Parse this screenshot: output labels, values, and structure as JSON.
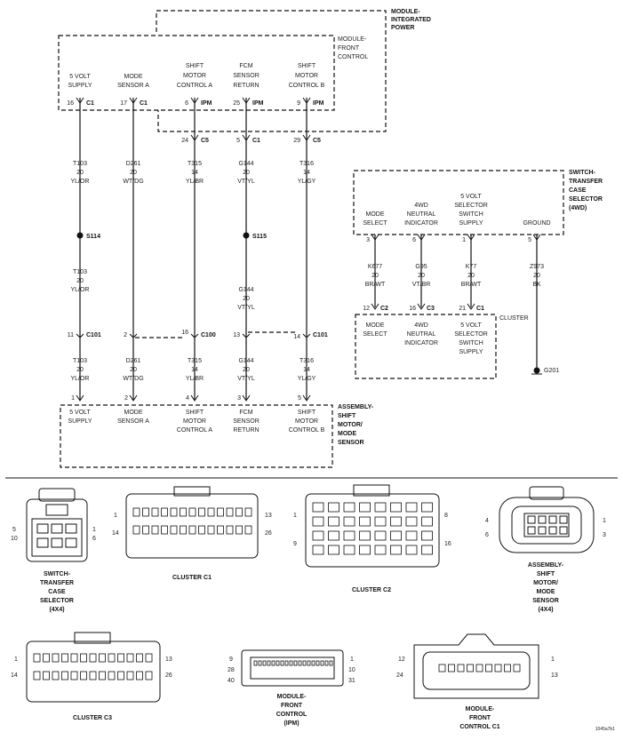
{
  "modules": {
    "integrated_power": [
      "MODULE-",
      "INTEGRATED",
      "POWER"
    ],
    "front_control": [
      "MODULE-",
      "FRONT",
      "CONTROL"
    ],
    "switch_transfer": [
      "SWITCH-",
      "TRANSFER",
      "CASE",
      "SELECTOR",
      "(4WD)"
    ],
    "cluster": "CLUSTER",
    "assembly_shift": [
      "ASSEMBLY-",
      "SHIFT",
      "MOTOR/",
      "MODE",
      "SENSOR"
    ]
  },
  "top_pins": [
    {
      "label": [
        "5 VOLT",
        "SUPPLY"
      ],
      "pin": "16",
      "conn": "C1"
    },
    {
      "label": [
        "MODE",
        "SENSOR A"
      ],
      "pin": "17",
      "conn": "C1"
    },
    {
      "label": [
        "SHIFT",
        "MOTOR",
        "CONTROL A"
      ],
      "pin": "6",
      "conn": "IPM"
    },
    {
      "label": [
        "FCM",
        "SENSOR",
        "RETURN"
      ],
      "pin": "25",
      "conn": "IPM"
    },
    {
      "label": [
        "SHIFT",
        "MOTOR",
        "CONTROL B"
      ],
      "pin": "9",
      "conn": "IPM"
    }
  ],
  "ipm_exits": [
    {
      "pin": "24",
      "conn": "C5"
    },
    {
      "pin": "5",
      "conn": "C1"
    },
    {
      "pin": "29",
      "conn": "C5"
    }
  ],
  "wires_upper": [
    [
      "T103",
      "20",
      "YL/OR"
    ],
    [
      "D261",
      "20",
      "WT/DG"
    ],
    [
      "T315",
      "14",
      "YL/BR"
    ],
    [
      "G144",
      "20",
      "VT/YL"
    ],
    [
      "T316",
      "14",
      "YL/GY"
    ]
  ],
  "splices": [
    {
      "name": "S114"
    },
    {
      "name": "S115"
    }
  ],
  "wires_mid": [
    [
      "T103",
      "20",
      "YL/OR"
    ],
    [
      "G144",
      "20",
      "VT/YL"
    ]
  ],
  "inline": [
    {
      "pin": "11",
      "conn": "C101"
    },
    {
      "pin": "2",
      "conn": ""
    },
    {
      "pin": "16",
      "conn": "C100"
    },
    {
      "pin": "13",
      "conn": ""
    },
    {
      "pin": "14",
      "conn": "C101"
    }
  ],
  "wires_lower": [
    [
      "T103",
      "20",
      "YL/OR"
    ],
    [
      "D261",
      "20",
      "WT/DG"
    ],
    [
      "T315",
      "14",
      "YL/BR"
    ],
    [
      "G144",
      "20",
      "VT/YL"
    ],
    [
      "T316",
      "14",
      "YL/GY"
    ]
  ],
  "bottom_pins": [
    {
      "pin": "1",
      "label": [
        "5 VOLT",
        "SUPPLY"
      ]
    },
    {
      "pin": "2",
      "label": [
        "MODE",
        "SENSOR A"
      ]
    },
    {
      "pin": "4",
      "label": [
        "SHIFT",
        "MOTOR",
        "CONTROL A"
      ]
    },
    {
      "pin": "3",
      "label": [
        "FCM",
        "SENSOR",
        "RETURN"
      ]
    },
    {
      "pin": "5",
      "label": [
        "SHIFT",
        "MOTOR",
        "CONTROL B"
      ]
    }
  ],
  "switch_pins": [
    {
      "label": [
        "MODE",
        "SELECT"
      ],
      "pin": "3"
    },
    {
      "label": [
        "4WD",
        "NEUTRAL",
        "INDICATOR"
      ],
      "pin": "6"
    },
    {
      "label": [
        "5 VOLT",
        "SELECTOR",
        "SWITCH",
        "SUPPLY"
      ],
      "pin": "1"
    },
    {
      "label": [
        "GROUND"
      ],
      "pin": "5"
    }
  ],
  "switch_wires": [
    [
      "K677",
      "20",
      "BR/WT"
    ],
    [
      "G95",
      "20",
      "VT/BR"
    ],
    [
      "K77",
      "20",
      "BR/WT"
    ],
    [
      "Z973",
      "20",
      "BK"
    ]
  ],
  "cluster_pins": [
    {
      "pin": "12",
      "conn": "C2",
      "label": [
        "MODE",
        "SELECT"
      ]
    },
    {
      "pin": "16",
      "conn": "C3",
      "label": [
        "4WD",
        "NEUTRAL",
        "INDICATOR"
      ]
    },
    {
      "pin": "21",
      "conn": "C1",
      "label": [
        "5 VOLT",
        "SELECTOR",
        "SWITCH",
        "SUPPLY"
      ]
    }
  ],
  "ground": "G201",
  "connector_views": {
    "switch": {
      "name": [
        "SWITCH-",
        "TRANSFER",
        "CASE",
        "SELECTOR",
        "(4X4)"
      ],
      "pins": [
        "5",
        "10",
        "1",
        "6"
      ]
    },
    "c1": {
      "name": "CLUSTER C1",
      "pins": [
        "1",
        "14",
        "13",
        "26"
      ]
    },
    "c2": {
      "name": "CLUSTER C2",
      "pins": [
        "1",
        "9",
        "8",
        "16"
      ]
    },
    "shift": {
      "name": [
        "ASSEMBLY-",
        "SHIFT",
        "MOTOR/",
        "MODE",
        "SENSOR",
        "(4X4)"
      ],
      "pins": [
        "4",
        "6",
        "1",
        "3"
      ]
    },
    "c3": {
      "name": "CLUSTER C3",
      "pins": [
        "1",
        "14",
        "13",
        "26"
      ]
    },
    "ipm": {
      "name": [
        "MODULE-",
        "FRONT",
        "CONTROL",
        "(IPM)"
      ],
      "pins": [
        "9",
        "28",
        "40",
        "1",
        "10",
        "31"
      ]
    },
    "fc1": {
      "name": [
        "MODULE-",
        "FRONT",
        "CONTROL C1"
      ],
      "pins": [
        "12",
        "24",
        "1",
        "13"
      ]
    }
  },
  "figure_id": "1045a7b1"
}
